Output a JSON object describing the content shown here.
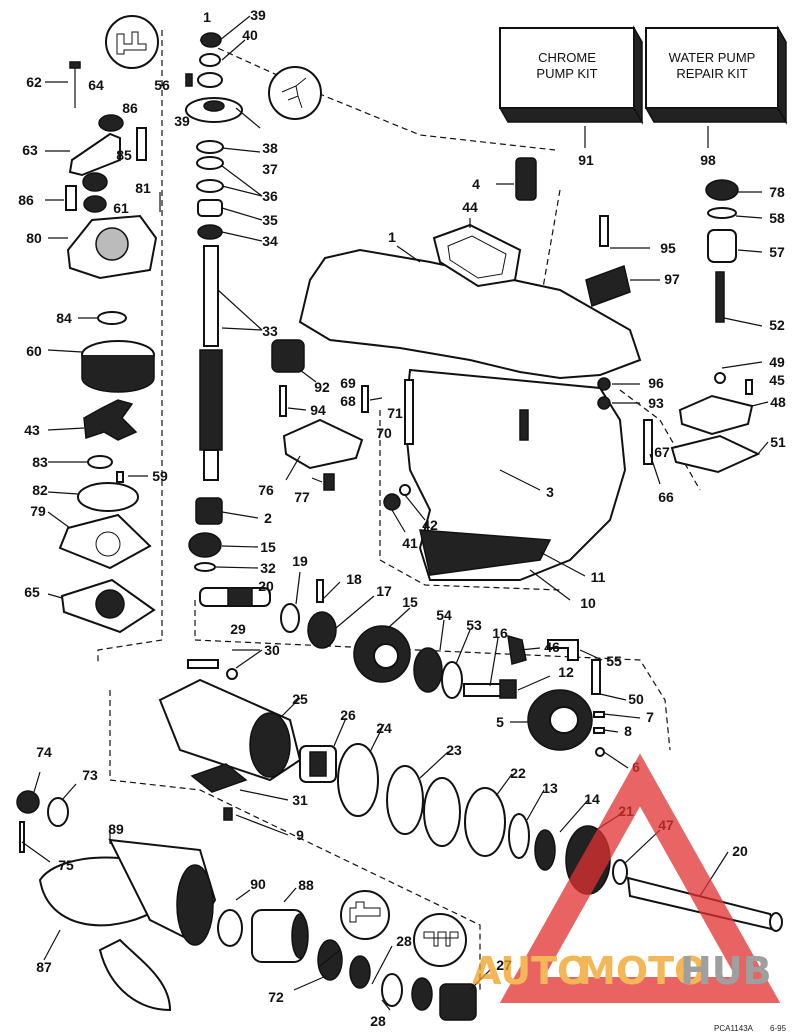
{
  "kits": {
    "chrome_pump": [
      "CHROME",
      "PUMP KIT"
    ],
    "water_pump_repair": [
      "WATER PUMP",
      "REPAIR KIT"
    ]
  },
  "callouts": {
    "c1": "1",
    "c2": "2",
    "c3": "3",
    "c4": "4",
    "c5": "5",
    "c6": "6",
    "c7": "7",
    "c8": "8",
    "c9": "9",
    "c10": "10",
    "c11": "11",
    "c12": "12",
    "c13": "13",
    "c14": "14",
    "c15": "15",
    "c16": "16",
    "c17": "17",
    "c18": "18",
    "c19": "19",
    "c20": "20",
    "c21": "21",
    "c22": "22",
    "c23": "23",
    "c24": "24",
    "c25": "25",
    "c26": "26",
    "c27": "27",
    "c28": "28",
    "c29": "29",
    "c30": "30",
    "c31": "31",
    "c32": "32",
    "c33": "33",
    "c34": "34",
    "c35": "35",
    "c36": "36",
    "c37": "37",
    "c38": "38",
    "c39": "39",
    "c40": "40",
    "c41": "41",
    "c42": "42",
    "c43": "43",
    "c44": "44",
    "c45": "45",
    "c46": "46",
    "c47": "47",
    "c48": "48",
    "c49": "49",
    "c50": "50",
    "c51": "51",
    "c52": "52",
    "c53": "53",
    "c54": "54",
    "c55": "55",
    "c56": "56",
    "c57": "57",
    "c58": "58",
    "c59": "59",
    "c60": "60",
    "c61": "61",
    "c62": "62",
    "c63": "63",
    "c64": "64",
    "c65": "65",
    "c66": "66",
    "c67": "67",
    "c68": "68",
    "c69": "69",
    "c70": "70",
    "c71": "71",
    "c72": "72",
    "c73": "73",
    "c74": "74",
    "c75": "75",
    "c76": "76",
    "c77": "77",
    "c78": "78",
    "c79": "79",
    "c80": "80",
    "c81": "81",
    "c82": "82",
    "c83": "83",
    "c84": "84",
    "c85": "85",
    "c86": "86",
    "c87": "87",
    "c88": "88",
    "c89": "89",
    "c90": "90",
    "c91": "91",
    "c92": "92",
    "c93": "93",
    "c94": "94",
    "c95": "95",
    "c96": "96",
    "c97": "97",
    "c98": "98"
  },
  "footer": {
    "code": "PCA1143A",
    "date": "6-95"
  },
  "watermark": {
    "part1": "AUTO",
    "part2": "MOTO",
    "part3": "HUB"
  },
  "colors": {
    "watermark_red": "#e23030",
    "watermark_orange": "#f0a020",
    "watermark_grey": "#808080",
    "ink": "#111111"
  }
}
